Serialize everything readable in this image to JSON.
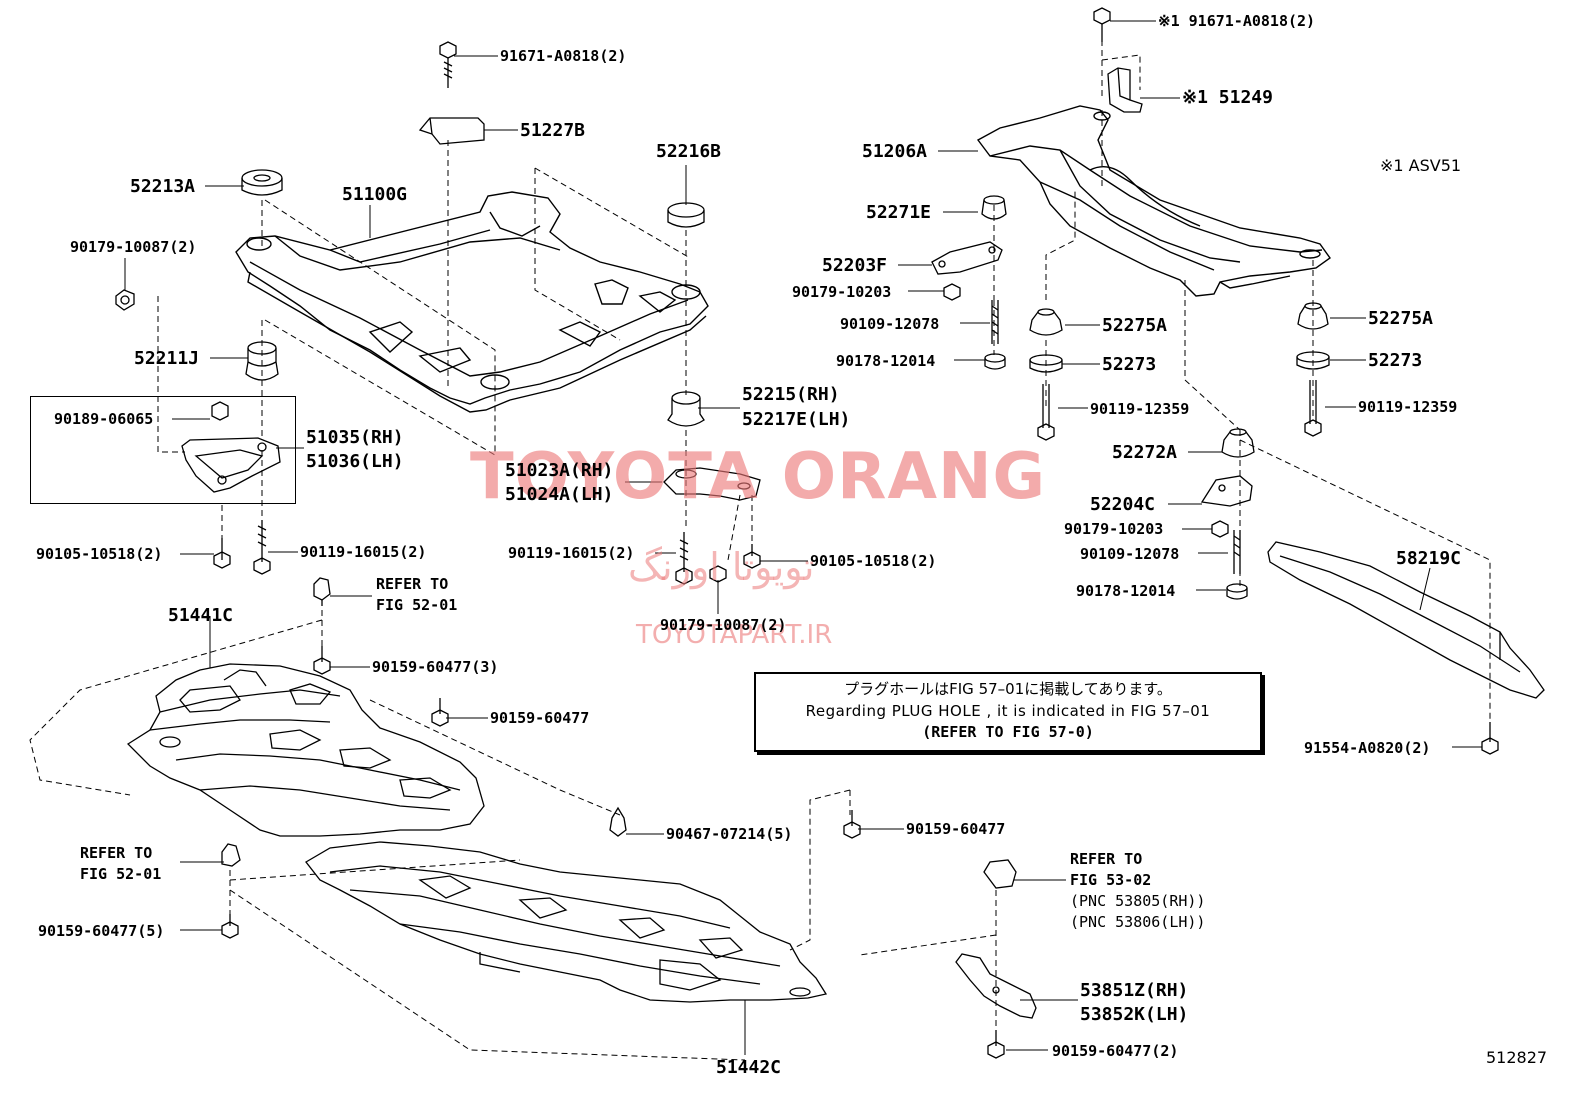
{
  "labels": {
    "p91671_top": "91671-A0818(2)",
    "p51227B": "51227B",
    "p52216B": "52216B",
    "p52213A": "52213A",
    "p51100G": "51100G",
    "p90179_10087a": "90179-10087(2)",
    "p52211J": "52211J",
    "p90189": "90189-06065",
    "p51035": "51035(RH)",
    "p51036": "51036(LH)",
    "p90105_l": "90105-10518(2)",
    "p90119_l": "90119-16015(2)",
    "p52215": "52215(RH)",
    "p52217E": "52217E(LH)",
    "p51023A": "51023A(RH)",
    "p51024A": "51024A(LH)",
    "p90119_m": "90119-16015(2)",
    "p90105_m": "90105-10518(2)",
    "p90179_10087b": "90179-10087(2)",
    "p91671_r": "91671-A0818(2)",
    "p51249": "51249",
    "p51206A": "51206A",
    "p52271E": "52271E",
    "p52203F": "52203F",
    "p90179_10203a": "90179-10203",
    "p90109_a": "90109-12078",
    "p90178_a": "90178-12014",
    "p52275A_a": "52275A",
    "p52273_a": "52273",
    "p90119_12359a": "90119-12359",
    "p52275A_b": "52275A",
    "p52273_b": "52273",
    "p90119_12359b": "90119-12359",
    "p52272A": "52272A",
    "p52204C": "52204C",
    "p90179_10203b": "90179-10203",
    "p90109_b": "90109-12078",
    "p90178_b": "90178-12014",
    "p58219C": "58219C",
    "p91554": "91554-A0820(2)",
    "p51441C": "51441C",
    "p90159_3": "90159-60477(3)",
    "p90159_a": "90159-60477",
    "p90467": "90467-07214(5)",
    "p90159_b": "90159-60477",
    "p90159_5": "90159-60477(5)",
    "p51442C": "51442C",
    "p53851Z": "53851Z(RH)",
    "p53852K": "53852K(LH)",
    "p90159_2": "90159-60477(2)"
  },
  "marks": {
    "ref_mark": "※1"
  },
  "refs": {
    "ref1_a": "REFER TO",
    "ref1_b": "FIG 52-01",
    "ref2_a": "REFER TO",
    "ref2_b": "FIG 52-01",
    "ref3_a": "REFER TO",
    "ref3_b": "FIG 53-02",
    "ref3_c": "(PNC 53805(RH))",
    "ref3_d": "(PNC 53806(LH))"
  },
  "note": {
    "jp": "プラグホールはFIG 57–01に掲載してあります。",
    "en": "Regarding  PLUG  HOLE , it is indicated in FIG  57–01",
    "ref": "(REFER TO FIG 57-0)"
  },
  "asv": "※1 ASV51",
  "figure_number": "512827",
  "watermark": {
    "brand": "TOYOTA ORANG",
    "persian": "تویوتا اورنگ",
    "url": "TOYOTAPART.IR"
  }
}
